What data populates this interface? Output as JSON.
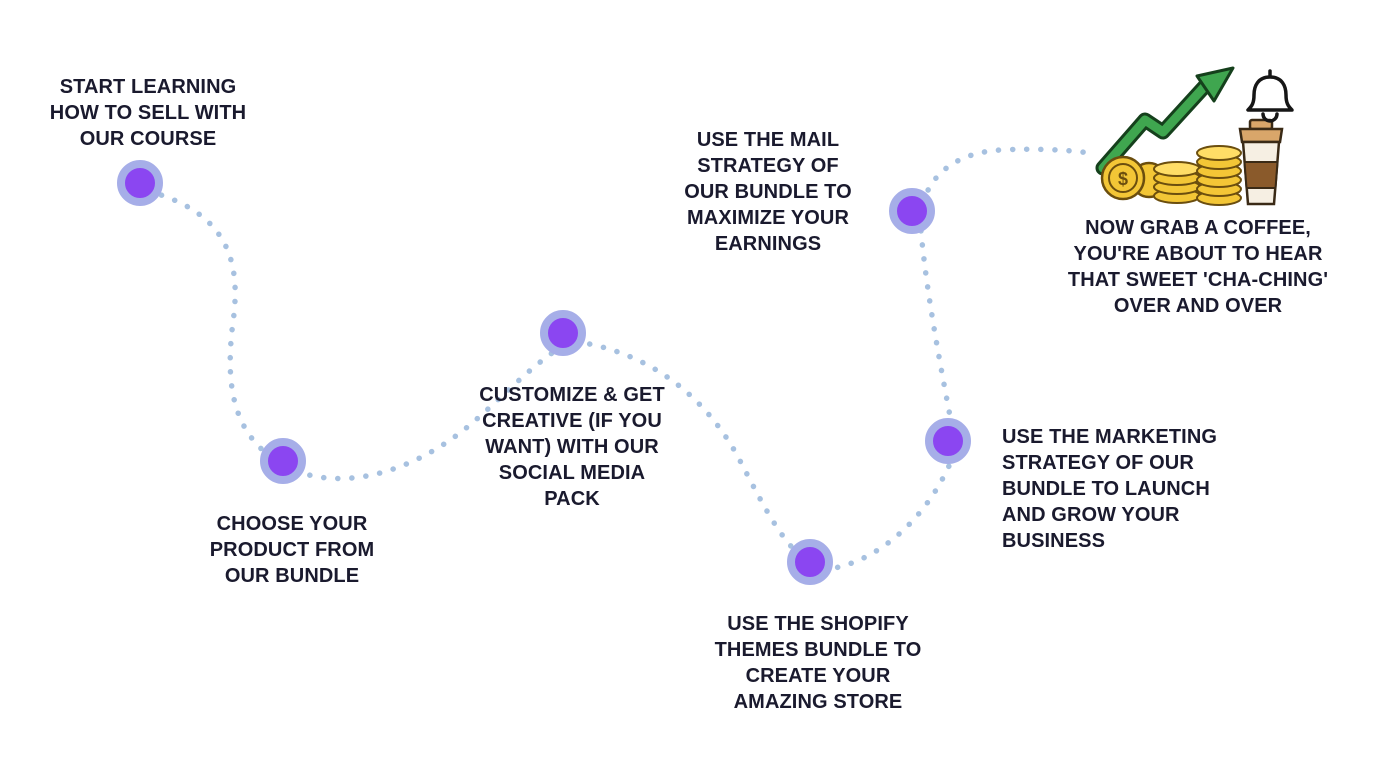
{
  "palette": {
    "node_fill": "#8b46f1",
    "node_ring": "#a6aee8",
    "dot_color": "#a7c1e0",
    "text_color": "#1a1a2e",
    "arrow_green": "#3fa64f",
    "coin_gold": "#f3c636",
    "coin_outline": "#6b4e0e",
    "cup_cream": "#f6efe3",
    "cup_brown": "#8a5a2b",
    "cup_lid": "#d9a66a"
  },
  "steps": [
    {
      "label": "START LEARNING\nHOW TO SELL WITH\nOUR COURSE"
    },
    {
      "label": "CHOOSE YOUR\nPRODUCT FROM\nOUR BUNDLE"
    },
    {
      "label": "CUSTOMIZE & GET\nCREATIVE (IF YOU\nWANT) WITH OUR\nSOCIAL MEDIA\nPACK"
    },
    {
      "label": "USE THE SHOPIFY\nTHEMES BUNDLE TO\nCREATE YOUR\nAMAZING STORE"
    },
    {
      "label": "USE THE MARKETING\nSTRATEGY OF OUR\nBUNDLE TO LAUNCH\nAND GROW YOUR\nBUSINESS"
    },
    {
      "label": "USE THE MAIL\nSTRATEGY OF\nOUR BUNDLE TO\nMAXIMIZE YOUR\nEARNINGS"
    }
  ],
  "final_note": "NOW GRAB A COFFEE,\nYOU'RE ABOUT TO HEAR\nTHAT SWEET 'CHA-CHING'\nOVER AND OVER",
  "icons": {
    "growth_arrow": "growth-arrow-icon",
    "coins": "coins-icon",
    "coffee_cup": "coffee-cup-icon",
    "bell": "bell-icon"
  }
}
